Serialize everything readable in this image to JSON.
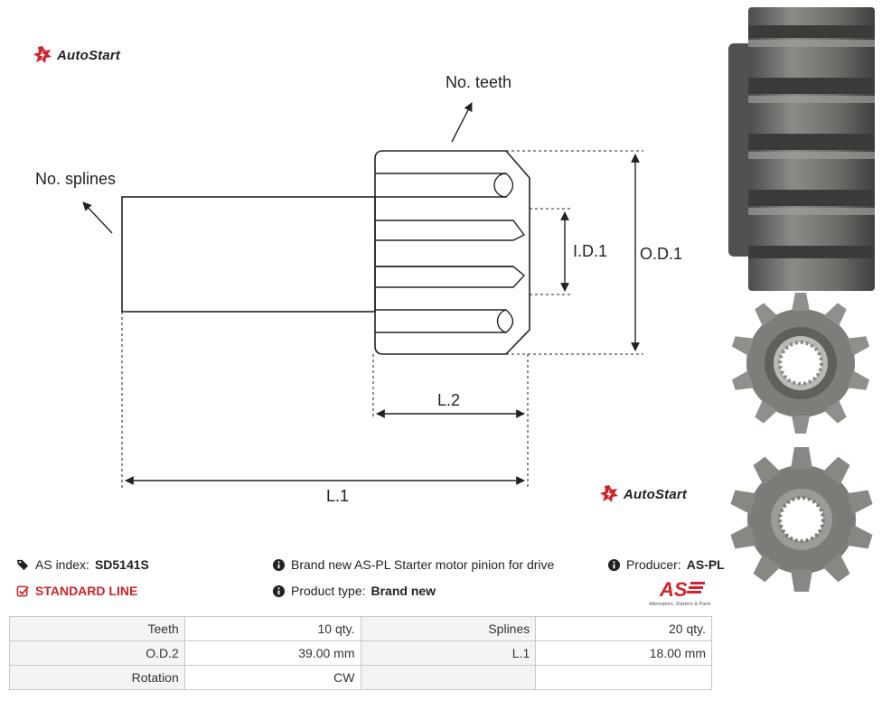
{
  "brand": {
    "name": "AutoStart",
    "color": "#d0232a"
  },
  "drawing": {
    "labels": {
      "teeth": "No. teeth",
      "splines": "No. splines",
      "id1": "I.D.1",
      "od1": "O.D.1",
      "l2": "L.2",
      "l1": "L.1"
    }
  },
  "product": {
    "index_label": "AS index:",
    "index_value": "SD5141S",
    "line": "STANDARD LINE",
    "description": "Brand new AS-PL Starter motor pinion for drive",
    "type_label": "Product type:",
    "type_value": "Brand new",
    "producer_label": "Producer:",
    "producer_value": "AS-PL",
    "as_tagline": "Alternators, Starters & Parts"
  },
  "specs": [
    [
      "Teeth",
      "10 qty.",
      "Splines",
      "20 qty."
    ],
    [
      "O.D.2",
      "39.00 mm",
      "L.1",
      "18.00 mm"
    ],
    [
      "Rotation",
      "CW",
      "",
      ""
    ]
  ]
}
